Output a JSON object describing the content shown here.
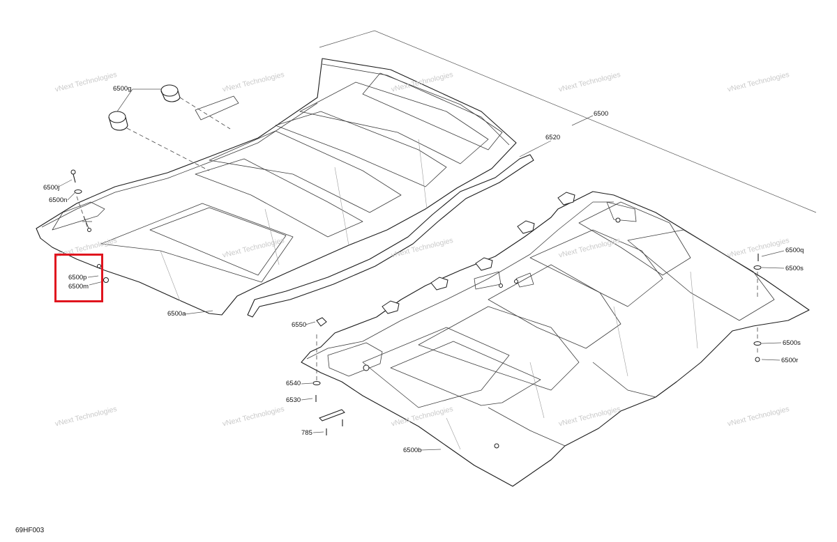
{
  "watermark_text": "vNext Technologies",
  "figure_code": "69HF003",
  "labels": {
    "p6500": "6500",
    "p6500g": "6500g",
    "p6520": "6520",
    "p6500j": "6500j",
    "p6500n": "6500n",
    "p6500p": "6500p",
    "p6500m": "6500m",
    "p6500a": "6500a",
    "p6550": "6550",
    "p6500q": "6500q",
    "p6500s_top": "6500s",
    "p6500s_bottom": "6500s",
    "p6500r": "6500r",
    "p6540": "6540",
    "p6530": "6530",
    "p785": "785",
    "p6500b": "6500b"
  },
  "highlight": {
    "color": "#e0141e",
    "covers": [
      "6500p",
      "6500m"
    ]
  }
}
